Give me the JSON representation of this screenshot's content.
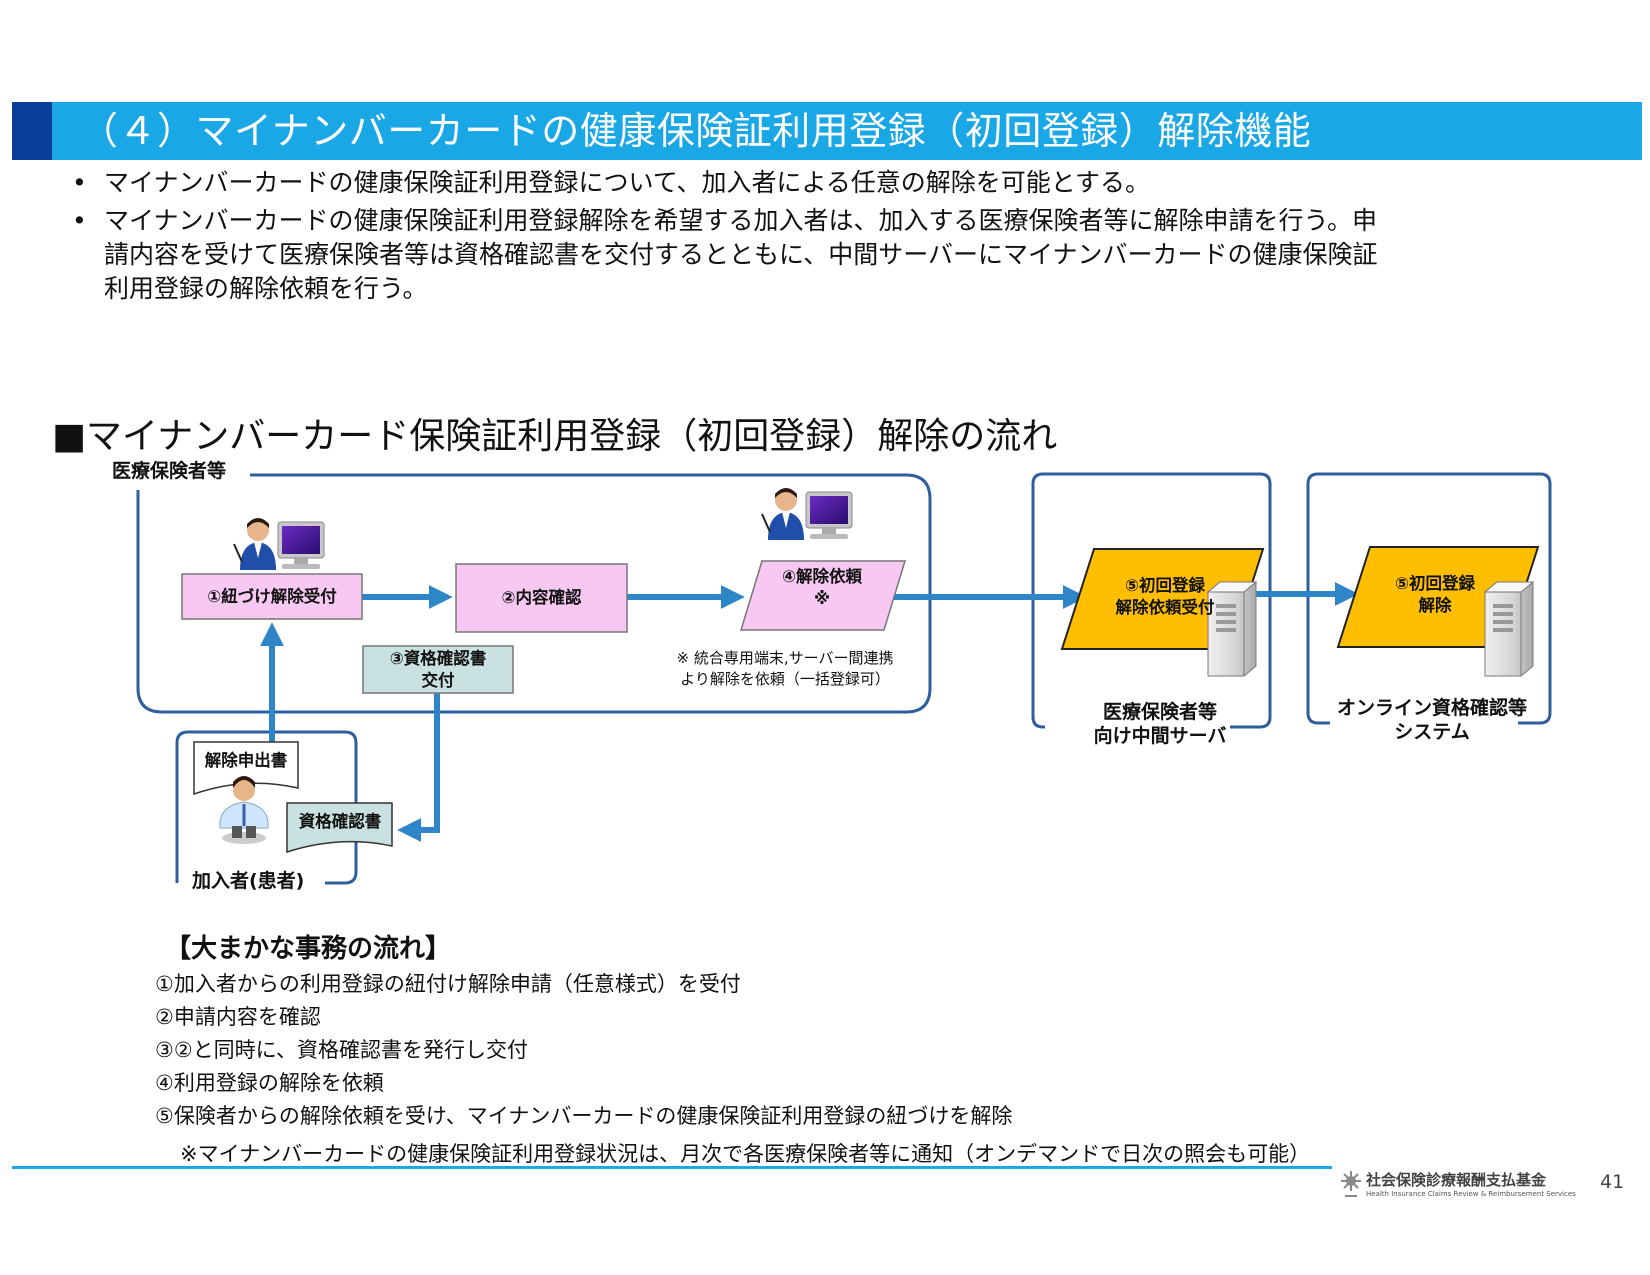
{
  "header": {
    "title": "（４）マイナンバーカードの健康保険証利用登録（初回登録）解除機能"
  },
  "bullets": [
    {
      "marker": "•",
      "text": "マイナンバーカードの健康保険証利用登録について、加入者による任意の解除を可能とする。"
    },
    {
      "marker": "•",
      "lines": [
        "マイナンバーカードの健康保険証利用登録解除を希望する加入者は、加入する医療保険者等に解除申請を行う。申",
        "請内容を受けて医療保険者等は資格確認書を交付するとともに、中間サーバーにマイナンバーカードの健康保険証",
        "利用登録の解除依頼を行う。"
      ]
    }
  ],
  "section_heading": "■マイナンバーカード保険証利用登録（初回登録）解除の流れ",
  "diagram": {
    "groups": {
      "insurer": "医療保険者等",
      "member": "加入者(患者)",
      "middle_server": [
        "医療保険者等",
        "向け中間サーバ"
      ],
      "online_system": [
        "オンライン資格確認等",
        "システム"
      ]
    },
    "nodes": {
      "step1": "①紐づけ解除受付",
      "step2": "②内容確認",
      "step3": [
        "③資格確認書",
        "交付"
      ],
      "step4": [
        "④解除依頼",
        "※"
      ],
      "step5a": [
        "⑤初回登録",
        "解除依頼受付"
      ],
      "step5b": [
        "⑤初回登録",
        "解除"
      ],
      "doc_request": "解除申出書",
      "doc_certificate": "資格確認書"
    },
    "note": [
      "※ 統合専用端末,サーバー間連携",
      "より解除を依頼（一括登録可）"
    ],
    "colors": {
      "arrow": "#2e86c8",
      "pink": "#f7c8f2",
      "teal": "#c9e2e1",
      "yellow": "#ffbf00",
      "group_border": "#2f5e9c"
    }
  },
  "flow": {
    "title": "【大まかな事務の流れ】",
    "steps": [
      "①加入者からの利用登録の紐付け解除申請（任意様式）を受付",
      "②申請内容を確認",
      "③②と同時に、資格確認書を発行し交付",
      "④利用登録の解除を依頼",
      "⑤保険者からの解除依頼を受け、マイナンバーカードの健康保険証利用登録の紐づけを解除"
    ],
    "note": "※マイナンバーカードの健康保険証利用登録状況は、月次で各医療保険者等に通知（オンデマンドで日次の照会も可能）"
  },
  "footer": {
    "org_name": "社会保険診療報酬支払基金",
    "org_name_en": "Health Insurance Claims Review & Reimbursement Services",
    "page_number": "41"
  }
}
